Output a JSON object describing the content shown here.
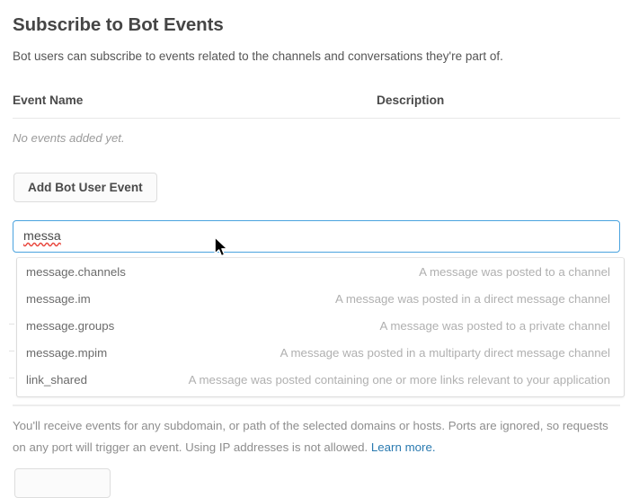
{
  "page": {
    "title": "Subscribe to Bot Events",
    "subtitle": "Bot users can subscribe to events related to the channels and conversations they're part of."
  },
  "table": {
    "columns": {
      "name": "Event Name",
      "description": "Description"
    },
    "empty_message": "No events added yet."
  },
  "actions": {
    "add_bot_user_event": "Add Bot User Event"
  },
  "search": {
    "value": "messa",
    "placeholder": "",
    "spellcheck_error": true,
    "focused": true
  },
  "dropdown": {
    "visible": true,
    "options": [
      {
        "name": "message.channels",
        "description": "A message was posted to a channel"
      },
      {
        "name": "message.im",
        "description": "A message was posted in a direct message channel"
      },
      {
        "name": "message.groups",
        "description": "A message was posted to a private channel"
      },
      {
        "name": "message.mpim",
        "description": "A message was posted in a multiparty direct message channel"
      },
      {
        "name": "link_shared",
        "description": "A message was posted containing one or more links relevant to your application"
      }
    ]
  },
  "footer": {
    "helper_text": "You'll receive events for any subdomain, or path of the selected domains or hosts. Ports are ignored, so requests on any port will trigger an event. Using IP addresses is not allowed. ",
    "learn_more_label": "Learn more."
  },
  "colors": {
    "focus_border": "#4aa3df",
    "link": "#2a7ab0",
    "spellcheck_underline": "#e8443a",
    "heading_text": "#454545",
    "muted_text": "#8e8e8e"
  }
}
